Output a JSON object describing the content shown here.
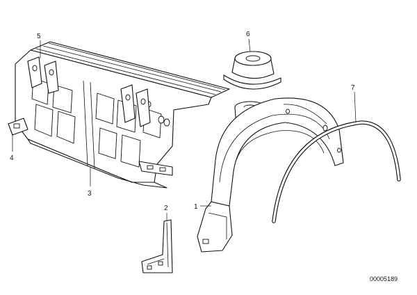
{
  "callouts": {
    "c1": "1",
    "c2": "2",
    "c3": "3",
    "c4": "4",
    "c5": "5",
    "c6": "6",
    "c7": "7"
  },
  "reference_code": "00005189",
  "colors": {
    "line": "#111111",
    "background": "#ffffff"
  }
}
